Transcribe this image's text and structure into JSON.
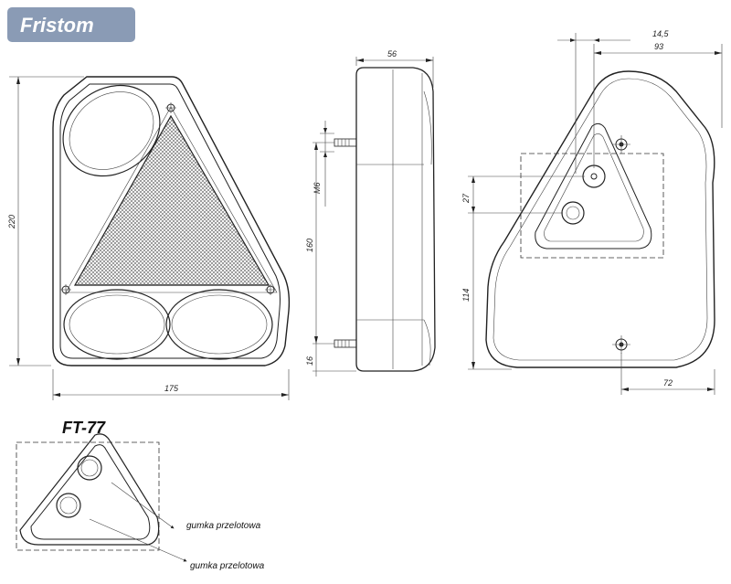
{
  "brand": {
    "name": "Fristom"
  },
  "model": "FT-77",
  "notes": {
    "grommet_1": "gumka przelotowa",
    "grommet_2": "gumka przelotowa"
  },
  "dimensions": {
    "front_width": "175",
    "front_height": "220",
    "side_depth": "56",
    "bolt_thread": "M6",
    "bolt_spacing": "160",
    "bolt_offset": "16",
    "back_offset_1": "14,5",
    "back_offset_2": "93",
    "back_hole_height": "27",
    "back_hole_vertical": "114",
    "back_bottom_offset": "72"
  },
  "colors": {
    "logo_bg": "#8a9bb5",
    "line": "#222222"
  }
}
